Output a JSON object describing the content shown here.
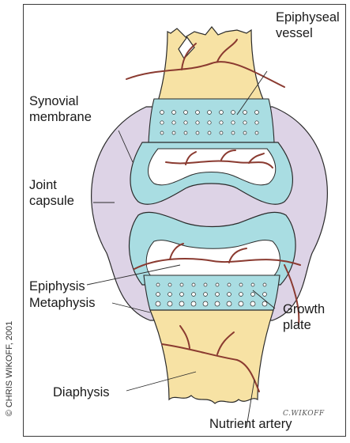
{
  "labels": {
    "synovial_membrane": [
      "Synovial",
      "membrane"
    ],
    "epiphyseal_vessel": [
      "Epiphyseal",
      "vessel"
    ],
    "joint_capsule": [
      "Joint",
      "capsule"
    ],
    "epiphysis": "Epiphysis",
    "metaphysis": "Metaphysis",
    "growth_plate": [
      "Growth",
      "plate"
    ],
    "diaphysis": "Diaphysis",
    "nutrient_artery": "Nutrient artery"
  },
  "credit": "© CHRIS WIKOFF, 2001",
  "signature": "C.WIKOFF",
  "colors": {
    "bone": "#f7e2a4",
    "cartilage": "#a9dde2",
    "capsule": "#ddd3e6",
    "vessel": "#8a3a30",
    "outline": "#2a2a2a"
  }
}
